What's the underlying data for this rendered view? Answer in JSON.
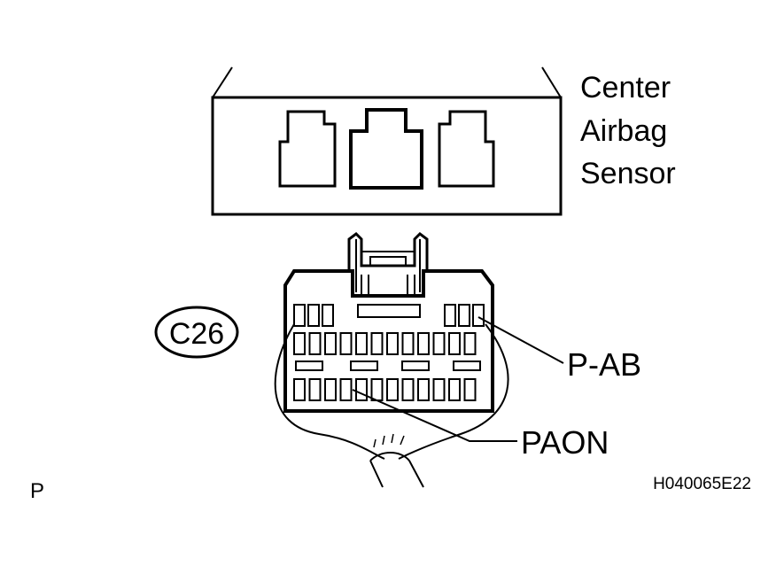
{
  "component": {
    "title_lines": [
      "Center",
      "Airbag",
      "Sensor"
    ]
  },
  "connector": {
    "code": "C26"
  },
  "callouts": {
    "terminal_1": "P-AB",
    "terminal_2": "PAON"
  },
  "footer": {
    "view_marker": "P",
    "figure_id": "H040065E22"
  },
  "colors": {
    "ink": "#000000",
    "paper": "#ffffff"
  }
}
